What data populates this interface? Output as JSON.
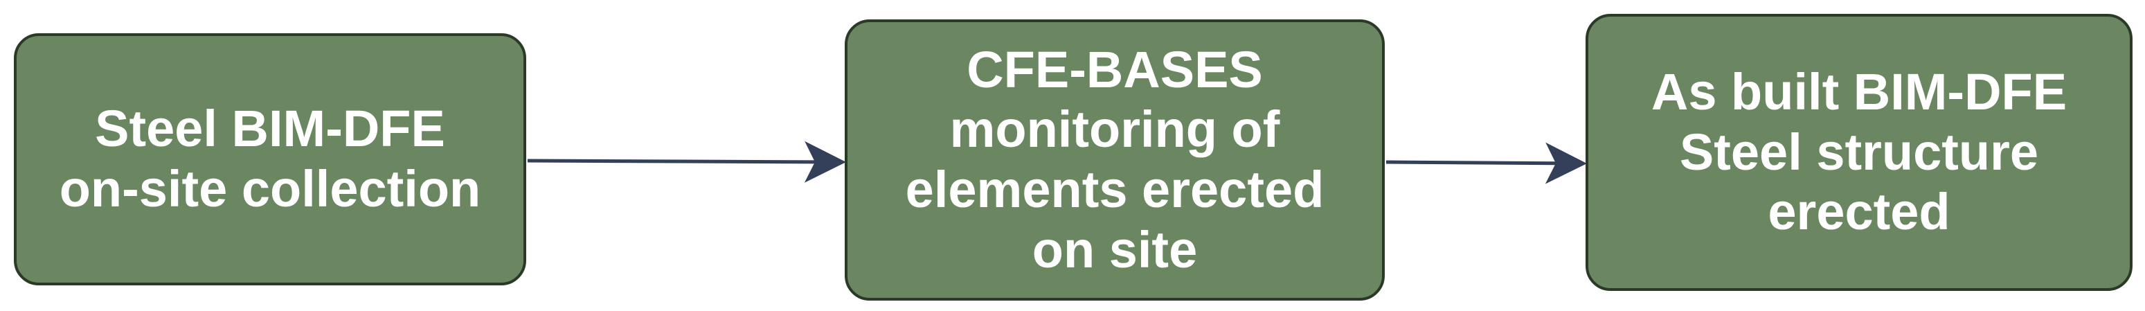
{
  "diagram": {
    "nodes": [
      {
        "id": "node-1",
        "label": "Steel BIM-DFE\non-site collection"
      },
      {
        "id": "node-2",
        "label": "CFE-BASES\nmonitoring of\nelements erected\non site"
      },
      {
        "id": "node-3",
        "label": "As built BIM-DFE\nSteel structure\nerected"
      }
    ],
    "edges": [
      {
        "from": "node-1",
        "to": "node-2"
      },
      {
        "from": "node-2",
        "to": "node-3"
      }
    ],
    "colors": {
      "node_fill": "#6b8762",
      "node_border": "#2a3a26",
      "node_text": "#ffffff",
      "arrow": "#34405a"
    }
  }
}
